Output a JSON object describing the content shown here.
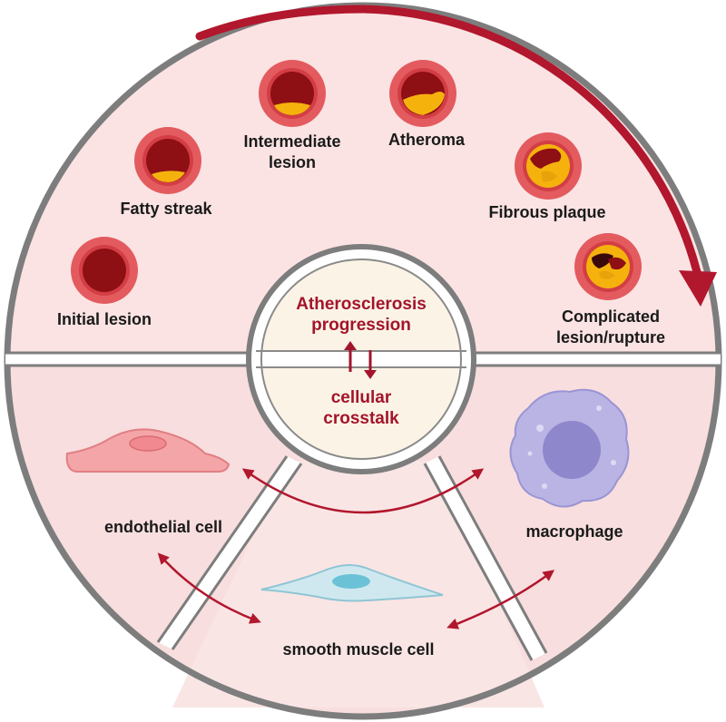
{
  "center": {
    "top_line1": "Atherosclerosis",
    "top_line2": "progression",
    "bottom_line1": "cellular",
    "bottom_line2": "crosstalk"
  },
  "stages": {
    "initial": "Initial lesion",
    "fatty": "Fatty streak",
    "intermediate_line1": "Intermediate",
    "intermediate_line2": "lesion",
    "atheroma": "Atheroma",
    "fibrous": "Fibrous plaque",
    "complicated_line1": "Complicated",
    "complicated_line2": "lesion/rupture"
  },
  "cells": {
    "endothelial": "endothelial cell",
    "smooth_muscle": "smooth muscle cell",
    "macrophage": "macrophage"
  },
  "colors": {
    "top_fill": "#fbe3e3",
    "bottom_fill": "#f8dede",
    "divider": "#7d7d7d",
    "arrow": "#b1172d",
    "center_fill": "#fbf4e6",
    "vessel_wall": "#e35b5f",
    "lumen": "#8e0f14",
    "plaque": "#f5b20d"
  }
}
